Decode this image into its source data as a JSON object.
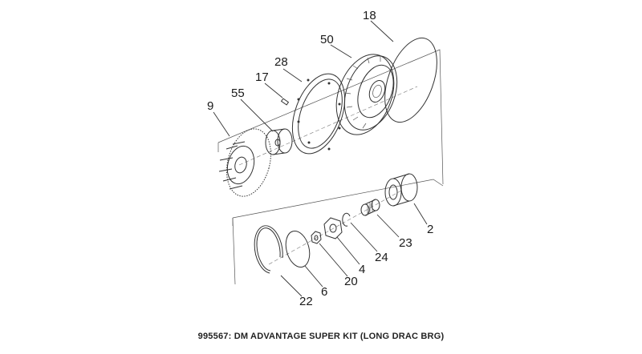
{
  "caption": "995567: DM ADVANTAGE SUPER KIT (LONG DRAC BRG)",
  "parts": {
    "p18": "18",
    "p50": "50",
    "p28": "28",
    "p17": "17",
    "p55": "55",
    "p9": "9",
    "p2": "2",
    "p23": "23",
    "p24": "24",
    "p4": "4",
    "p20": "20",
    "p6": "6",
    "p22": "22"
  }
}
